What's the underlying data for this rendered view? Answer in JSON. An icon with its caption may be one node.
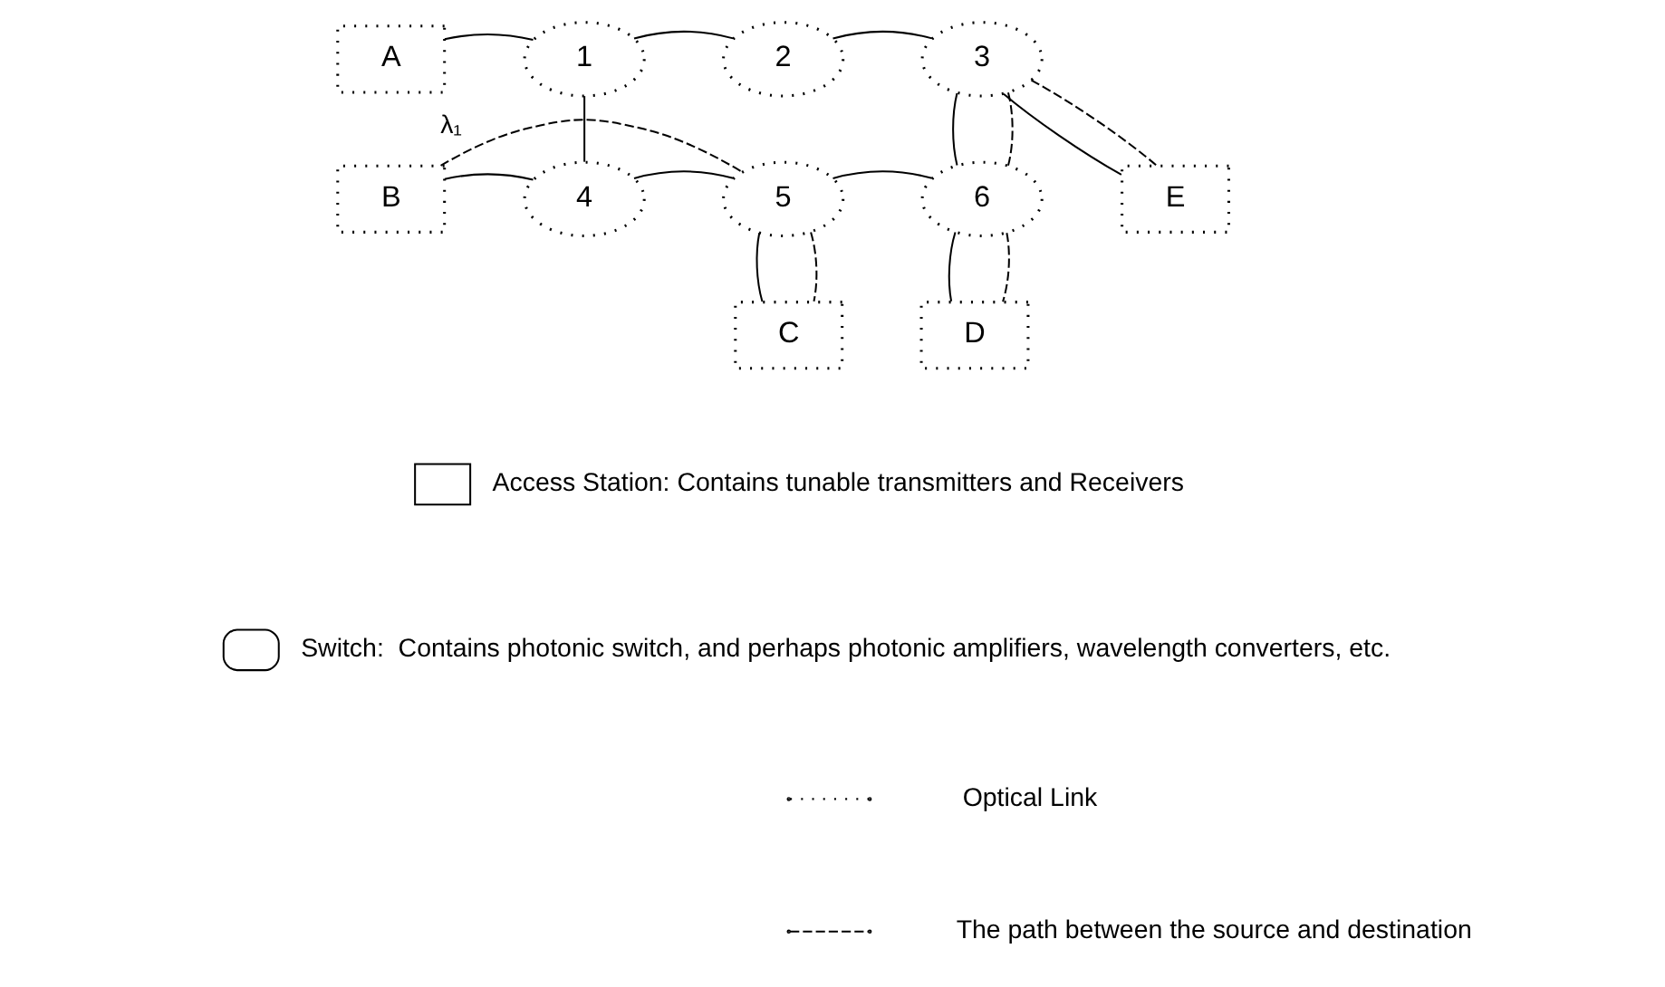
{
  "diagram": {
    "nodes": [
      {
        "text": [
          "A"
        ]
      },
      {
        "text": [
          "1"
        ]
      },
      {
        "text": [
          "2"
        ]
      },
      {
        "text": [
          "3"
        ]
      },
      {
        "text": [
          "E"
        ]
      },
      {
        "text": [
          "B"
        ]
      },
      {
        "text": [
          "4"
        ]
      },
      {
        "text": [
          "5"
        ]
      },
      {
        "text": [
          "6"
        ]
      },
      {
        "text": [
          "D"
        ]
      },
      {
        "text": [
          "C"
        ]
      }
    ],
    "edges": [
      {
        "from": 0,
        "to": 1,
        "arrow": "none"
      },
      {
        "from": 1,
        "to": 2,
        "arrow": "none"
      },
      {
        "from": 2,
        "to": 3,
        "arrow": "none"
      },
      {
        "from": 1,
        "to": 6,
        "arrow": "none"
      },
      {
        "from": 3,
        "to": 8,
        "arrow": "none"
      },
      {
        "from": 3,
        "to": 4,
        "arrow": "none"
      },
      {
        "from": 5,
        "to": 6,
        "arrow": "none"
      },
      {
        "from": 6,
        "to": 7,
        "arrow": "none"
      },
      {
        "from": 7,
        "to": 8,
        "arrow": "none"
      },
      {
        "from": 7,
        "to": 10,
        "arrow": "none"
      },
      {
        "from": 8,
        "to": 9,
        "arrow": "none"
      },
      {
        "from": 5,
        "to": 7,
        "arrow": "none",
        "style": "dashed",
        "label": "λ₁"
      },
      {
        "from": 7,
        "to": 10,
        "arrow": "none",
        "style": "dashed"
      },
      {
        "from": 3,
        "to": 4,
        "arrow": "none",
        "style": "dashed"
      },
      {
        "from": 3,
        "to": 8,
        "arrow": "none",
        "style": "dashed"
      },
      {
        "from": 8,
        "to": 9,
        "arrow": "none",
        "style": "dashed"
      }
    ],
    "legend": [
      {
        "text": "Access Station: Contains tunable transmitters and Receivers"
      },
      {
        "text": "Switch:  Contains photonic switch, and perhaps photonic amplifiers, wavelength converters, etc."
      },
      {
        "text": "Optical Link"
      },
      {
        "text": "The path between the source and destination"
      }
    ]
  }
}
